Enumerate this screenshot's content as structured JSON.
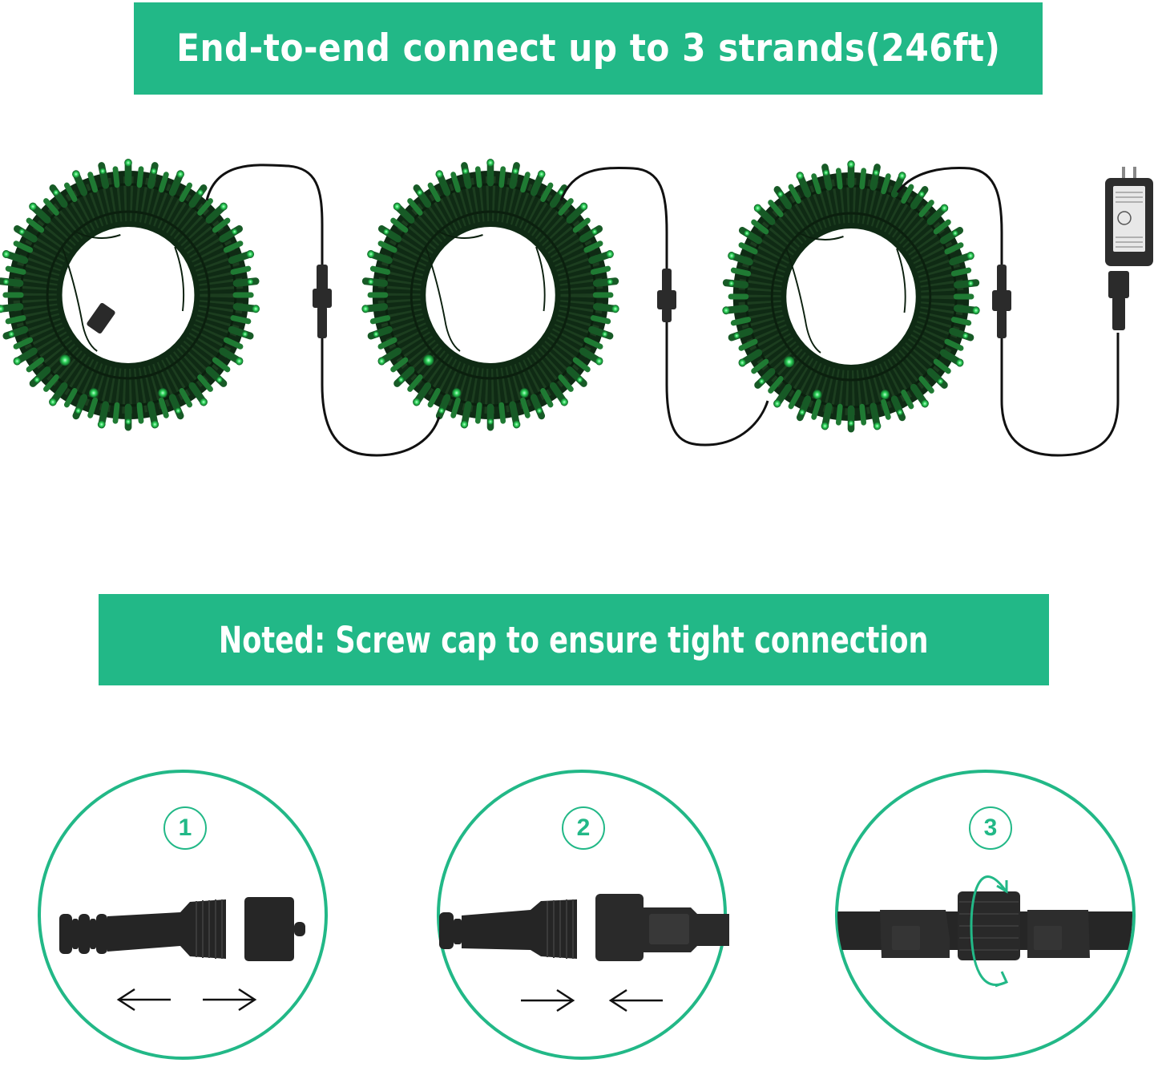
{
  "header": {
    "title": "End-to-end connect up to 3 strands(246ft)"
  },
  "note": {
    "text": "Noted: Screw cap to ensure tight connection"
  },
  "product": {
    "strands": [
      {
        "name": "strand-1",
        "led_color": "green"
      },
      {
        "name": "strand-2",
        "led_color": "green"
      },
      {
        "name": "strand-3",
        "led_color": "green"
      }
    ],
    "adapter": "power-adapter"
  },
  "steps": [
    {
      "number": "1",
      "action": "separate",
      "arrows": "← →"
    },
    {
      "number": "2",
      "action": "push-together",
      "arrows": "→ ←"
    },
    {
      "number": "3",
      "action": "twist-cap",
      "arrows": "rotate"
    }
  ],
  "colors": {
    "accent": "#22b887",
    "led_green": "#2fd35a",
    "wire": "#1a2a1a",
    "connector": "#2b2b2b"
  }
}
